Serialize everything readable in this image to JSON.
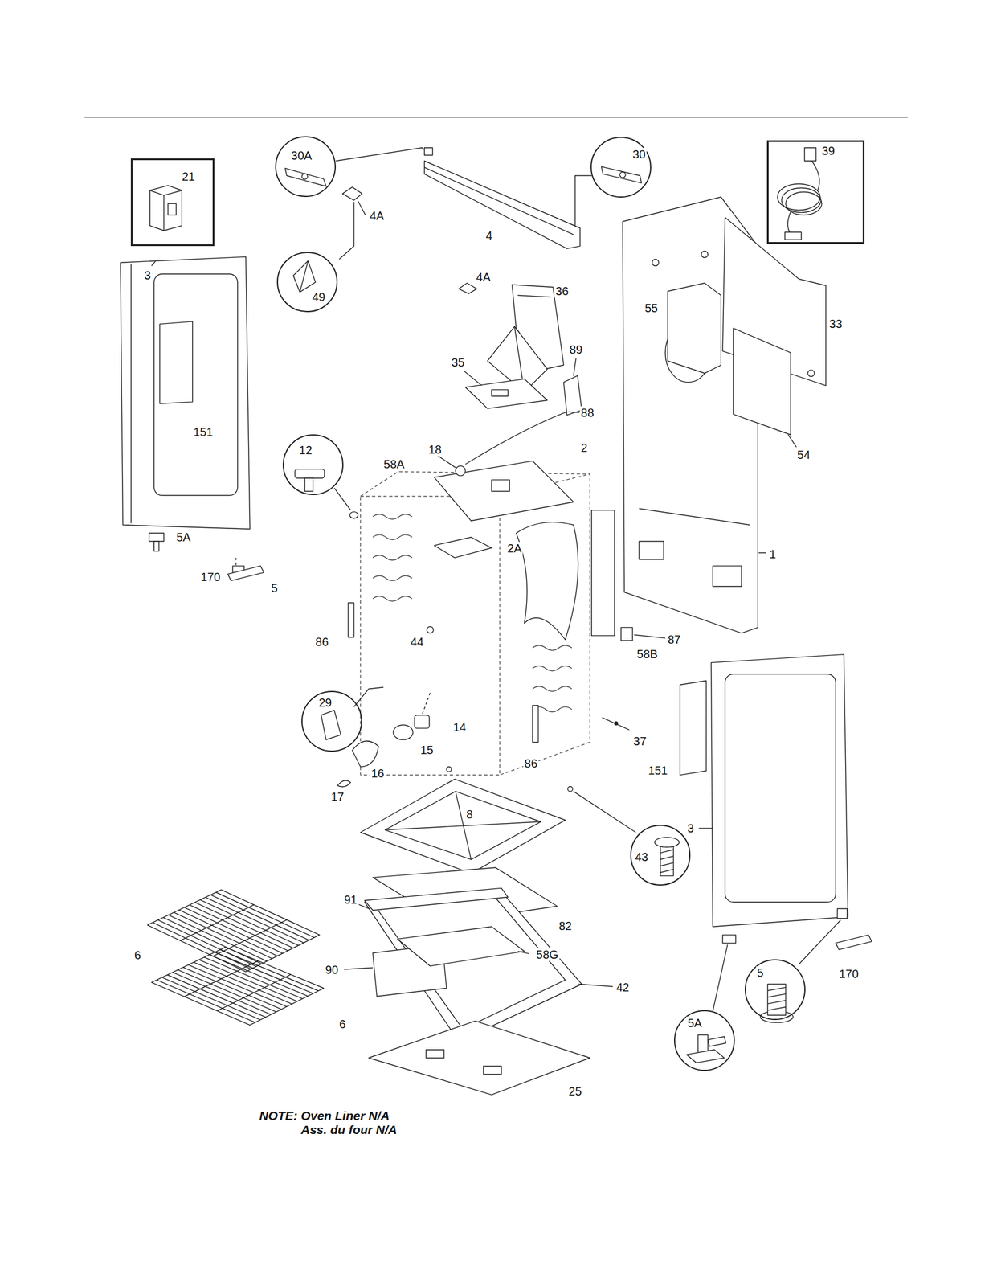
{
  "diagram": {
    "nodes": [
      {
        "text": [
          "21"
        ]
      },
      {
        "text": [
          "30A"
        ]
      },
      {
        "text": [
          "30"
        ]
      },
      {
        "text": [
          "39"
        ]
      },
      {
        "text": [
          "49"
        ]
      },
      {
        "text": [
          "12"
        ]
      },
      {
        "text": [
          "29"
        ]
      },
      {
        "text": [
          "43"
        ]
      },
      {
        "text": [
          "5"
        ]
      },
      {
        "text": [
          "5A"
        ]
      }
    ],
    "labels": [
      "4A",
      "4",
      "3",
      "4A",
      "36",
      "55",
      "33",
      "89",
      "35",
      "88",
      "151",
      "18",
      "2",
      "54",
      "58A",
      "5A",
      "2A",
      "1",
      "170",
      "5",
      "87",
      "86",
      "44",
      "58B",
      "14",
      "37",
      "15",
      "86",
      "151",
      "16",
      "17",
      "8",
      "3",
      "91",
      "82",
      "58G",
      "6",
      "90",
      "170",
      "42",
      "6",
      "25",
      "NOTE: Oven Liner N/A",
      "Ass. du four N/A"
    ]
  }
}
